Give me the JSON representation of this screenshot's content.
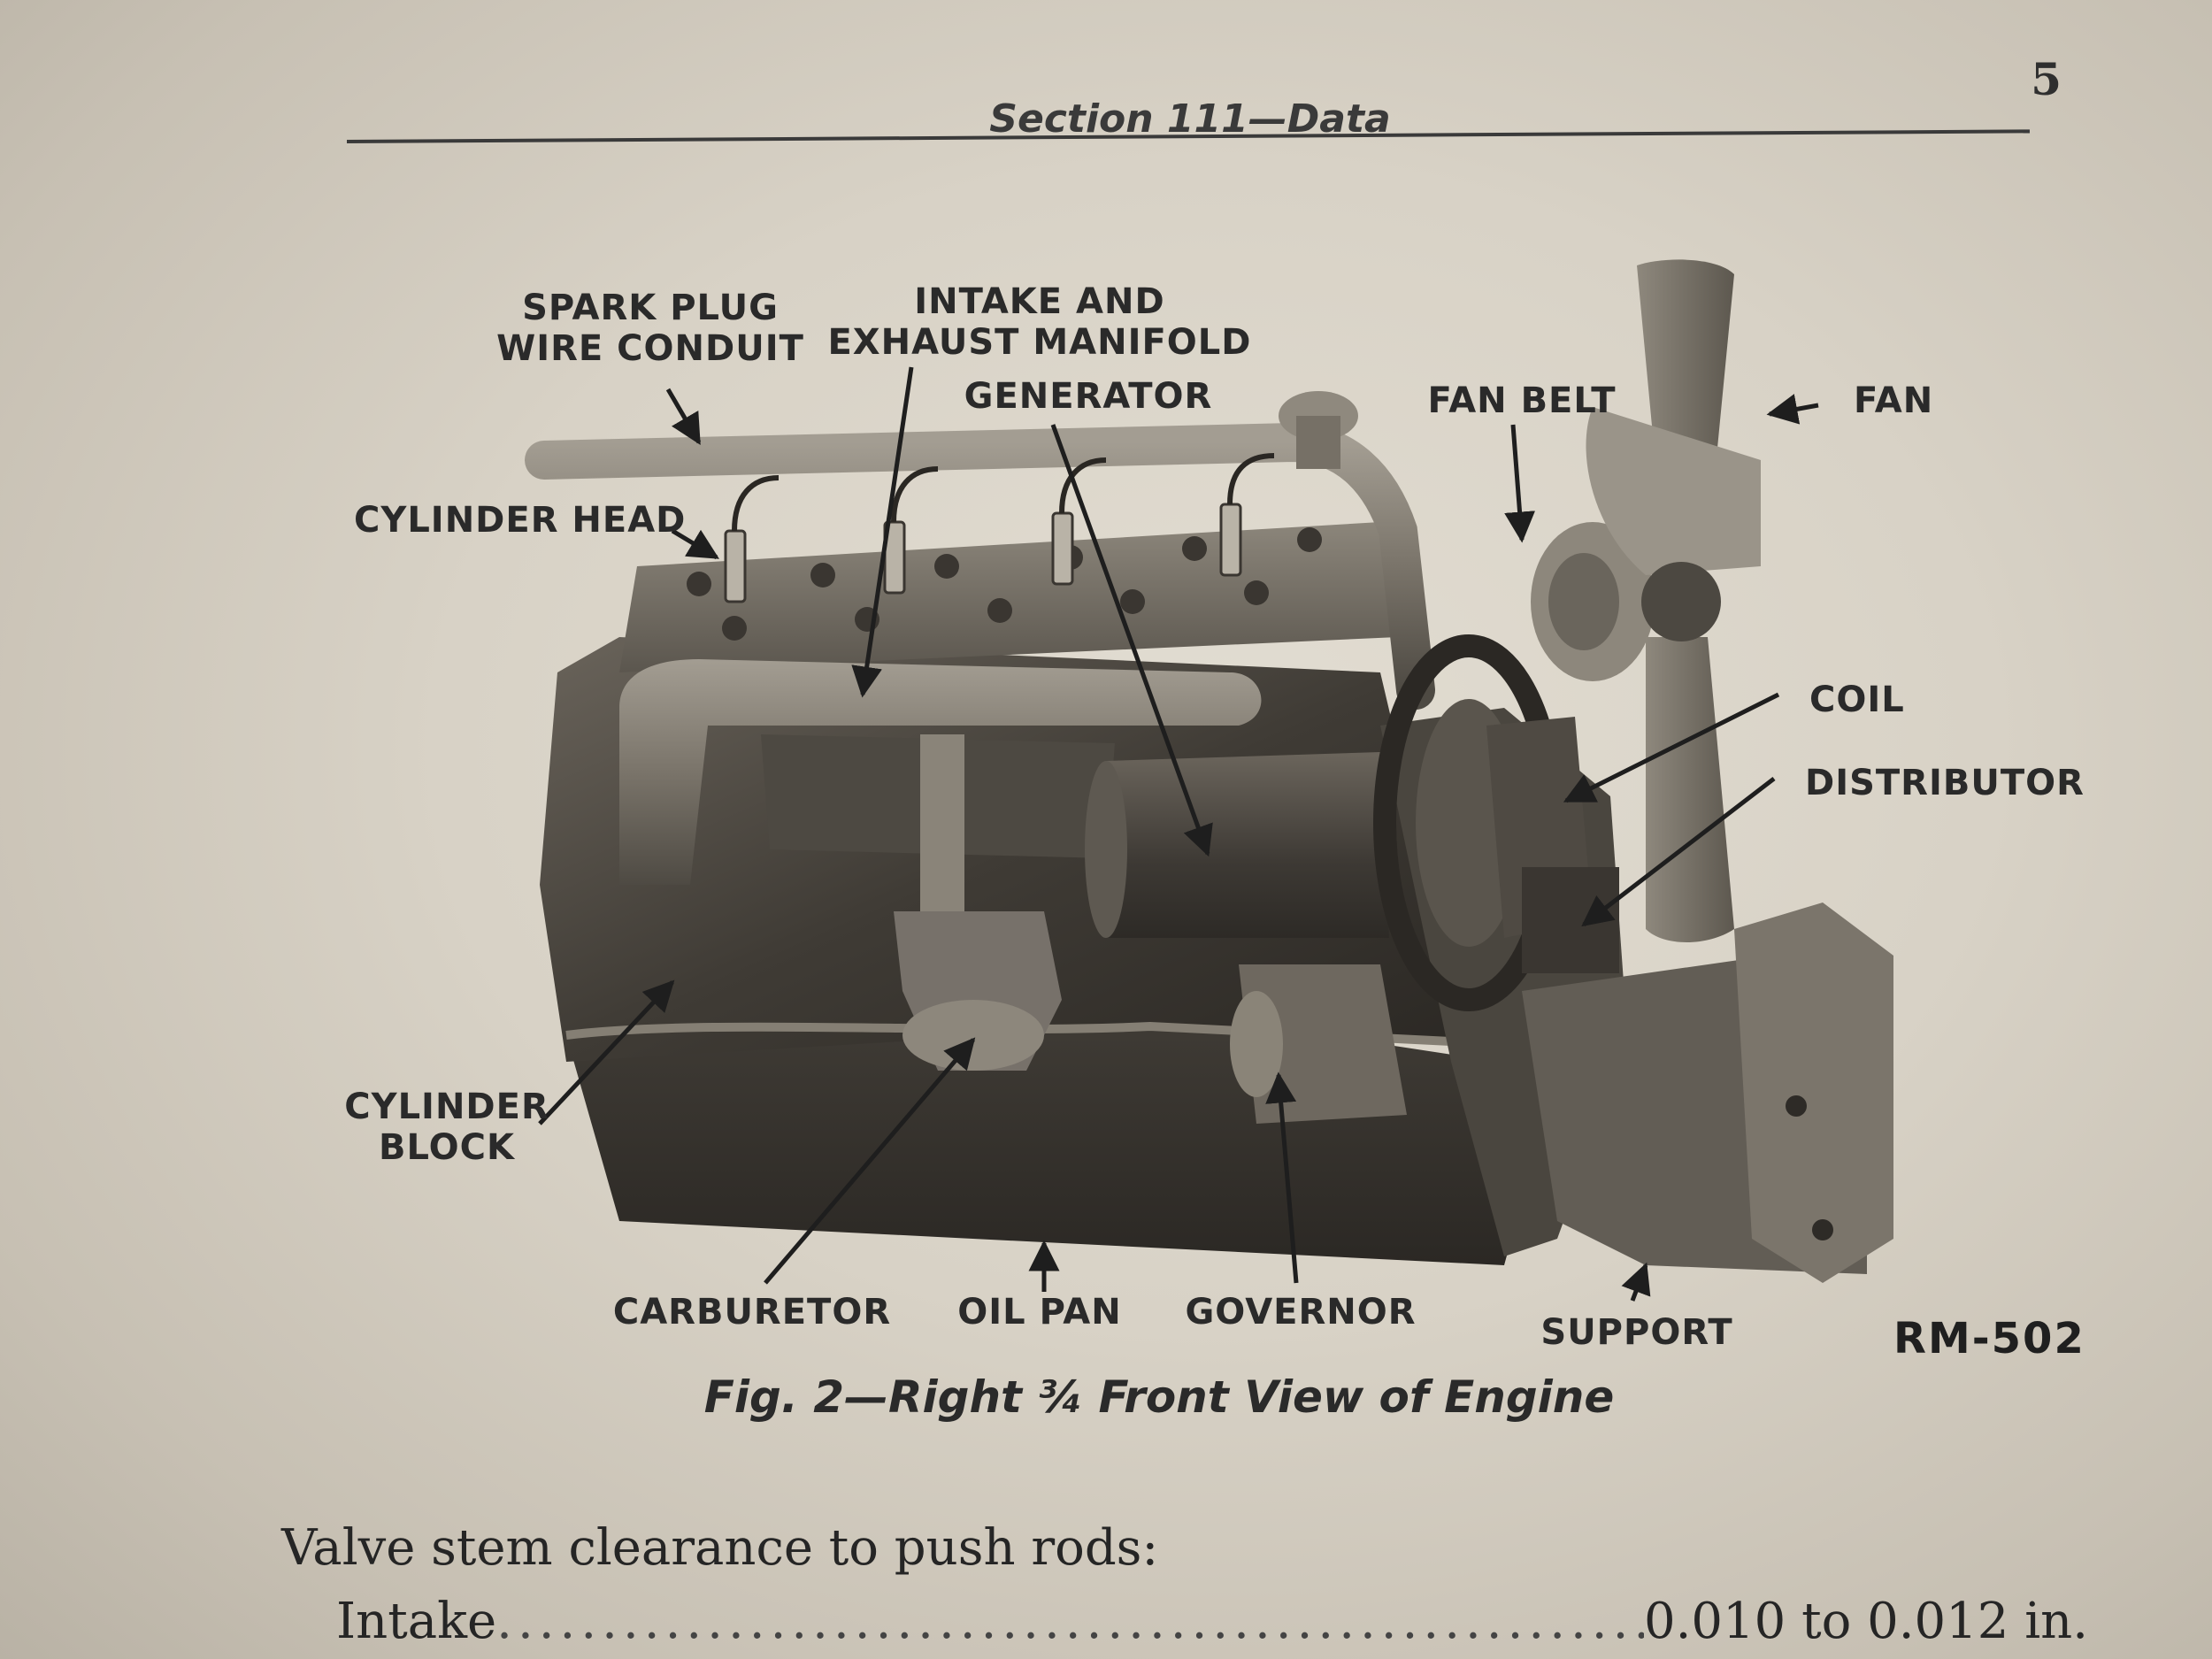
{
  "header": {
    "section_title": "Section 111—Data",
    "page_number": "5"
  },
  "figure": {
    "labels": {
      "spark_plug_line1": "SPARK PLUG",
      "spark_plug_line2": "WIRE CONDUIT",
      "intake_line1": "INTAKE AND",
      "intake_line2": "EXHAUST MANIFOLD",
      "generator": "GENERATOR",
      "fan_belt": "FAN BELT",
      "fan": "FAN",
      "cylinder_head": "CYLINDER HEAD",
      "coil": "COIL",
      "distributor": "DISTRIBUTOR",
      "cylinder_block_line1": "CYLINDER",
      "cylinder_block_line2": "BLOCK",
      "carburetor": "CARBURETOR",
      "oil_pan": "OIL PAN",
      "governor": "GOVERNOR",
      "support": "SUPPORT"
    },
    "figure_id": "RM-502",
    "caption": "Fig. 2—Right ¾ Front View of Engine"
  },
  "body": {
    "heading": "Valve stem clearance to push rods:",
    "rows": [
      {
        "label": "Intake",
        "value": "0.010 to 0.012 in."
      }
    ]
  }
}
